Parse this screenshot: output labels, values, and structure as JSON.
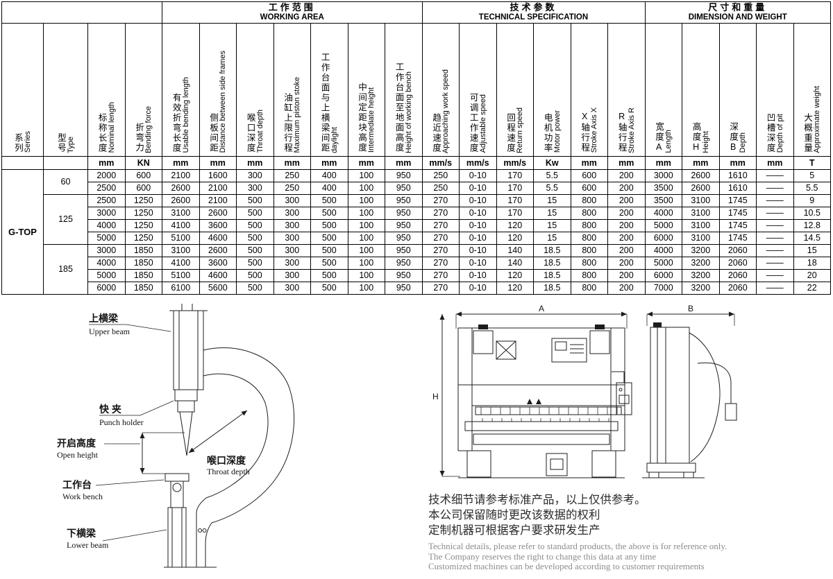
{
  "table": {
    "groups": [
      {
        "zh": "工作范围",
        "en": "WORKING AREA"
      },
      {
        "zh": "技术参数",
        "en": "TECHNICAL SPECIFICATION"
      },
      {
        "zh": "尺寸和重量",
        "en": "DIMENSION AND WEIGHT"
      }
    ],
    "columns": [
      {
        "key": "series",
        "zh": "系列",
        "en": "Series",
        "unit": ""
      },
      {
        "key": "type",
        "zh": "型号",
        "en": "Type",
        "unit": ""
      },
      {
        "key": "nominal-length",
        "zh": "标称长度",
        "en": "Nominal length",
        "unit": "mm"
      },
      {
        "key": "bending-force",
        "zh": "折弯力",
        "en": "Bending force",
        "unit": "KN"
      },
      {
        "key": "usable-bending-length",
        "zh": "有效折弯长度",
        "en": "Usable bending length",
        "unit": "mm"
      },
      {
        "key": "distance-between-side-frames",
        "zh": "侧板间距",
        "en": "Distance between side frames",
        "unit": "mm"
      },
      {
        "key": "throat-depth",
        "zh": "喉口深度",
        "en": "Throat depth",
        "unit": "mm"
      },
      {
        "key": "max-piston-stroke",
        "zh": "油缸上限行程",
        "en": "Maximum piston stoke",
        "unit": "mm"
      },
      {
        "key": "daylight",
        "zh": "工作台面与上横梁间距",
        "en": "daylight",
        "unit": "mm"
      },
      {
        "key": "intermediate-height",
        "zh": "中间定距块高度",
        "en": "Intermediate height",
        "unit": "mm"
      },
      {
        "key": "working-bench-height",
        "zh": "工作台面至地面高度",
        "en": "Height of working bench",
        "unit": "mm"
      },
      {
        "key": "approaching-speed",
        "zh": "趋近速度",
        "en": "Approaching work speed",
        "unit": "mm/s"
      },
      {
        "key": "adjustable-speed",
        "zh": "可调工作速度",
        "en": "Adjustable speed",
        "unit": "mm/s"
      },
      {
        "key": "return-speed",
        "zh": "回程速度",
        "en": "Return speed",
        "unit": "mm/s"
      },
      {
        "key": "motor-power",
        "zh": "电机功率",
        "en": "Motor power",
        "unit": "Kw"
      },
      {
        "key": "stroke-axis-x",
        "zh": "X轴行程",
        "en": "Stroke Axis X",
        "unit": "mm"
      },
      {
        "key": "stroke-axis-r",
        "zh": "R轴行程",
        "en": "Stroke Axis R",
        "unit": "mm"
      },
      {
        "key": "width-a",
        "zh": "宽度A",
        "en": "Length",
        "unit": "mm"
      },
      {
        "key": "height-h",
        "zh": "高度H",
        "en": "Height",
        "unit": "mm"
      },
      {
        "key": "depth-b",
        "zh": "深度B",
        "en": "Depth",
        "unit": "mm"
      },
      {
        "key": "pit-depth",
        "zh": "凹槽深度",
        "en": "Depth of pit",
        "unit": "mm"
      },
      {
        "key": "approx-weight",
        "zh": "大概重量",
        "en": "Approximate weight",
        "unit": "T"
      }
    ],
    "series": "G-TOP",
    "type_groups": [
      {
        "type": "60",
        "rows": 2
      },
      {
        "type": "125",
        "rows": 4
      },
      {
        "type": "185",
        "rows": 4
      }
    ],
    "rows": [
      [
        "2000",
        "600",
        "2100",
        "1600",
        "300",
        "250",
        "400",
        "100",
        "950",
        "250",
        "0-10",
        "170",
        "5.5",
        "600",
        "200",
        "3000",
        "2600",
        "1610",
        "——",
        "5"
      ],
      [
        "2500",
        "600",
        "2600",
        "2100",
        "300",
        "250",
        "400",
        "100",
        "950",
        "250",
        "0-10",
        "170",
        "5.5",
        "600",
        "200",
        "3500",
        "2600",
        "1610",
        "——",
        "5.5"
      ],
      [
        "2500",
        "1250",
        "2600",
        "2100",
        "500",
        "300",
        "500",
        "100",
        "950",
        "270",
        "0-10",
        "170",
        "15",
        "800",
        "200",
        "3500",
        "3100",
        "1745",
        "——",
        "9"
      ],
      [
        "3000",
        "1250",
        "3100",
        "2600",
        "500",
        "300",
        "500",
        "100",
        "950",
        "270",
        "0-10",
        "170",
        "15",
        "800",
        "200",
        "4000",
        "3100",
        "1745",
        "——",
        "10.5"
      ],
      [
        "4000",
        "1250",
        "4100",
        "3600",
        "500",
        "300",
        "500",
        "100",
        "950",
        "270",
        "0-10",
        "120",
        "15",
        "800",
        "200",
        "5000",
        "3100",
        "1745",
        "——",
        "12.8"
      ],
      [
        "5000",
        "1250",
        "5100",
        "4600",
        "500",
        "300",
        "500",
        "100",
        "950",
        "270",
        "0-10",
        "120",
        "15",
        "800",
        "200",
        "6000",
        "3100",
        "1745",
        "——",
        "14.5"
      ],
      [
        "3000",
        "1850",
        "3100",
        "2600",
        "500",
        "300",
        "500",
        "100",
        "950",
        "270",
        "0-10",
        "140",
        "18.5",
        "800",
        "200",
        "4000",
        "3200",
        "2060",
        "——",
        "15"
      ],
      [
        "4000",
        "1850",
        "4100",
        "3600",
        "500",
        "300",
        "500",
        "100",
        "950",
        "270",
        "0-10",
        "140",
        "18.5",
        "800",
        "200",
        "5000",
        "3200",
        "2060",
        "——",
        "18"
      ],
      [
        "5000",
        "1850",
        "5100",
        "4600",
        "500",
        "300",
        "500",
        "100",
        "950",
        "270",
        "0-10",
        "120",
        "18.5",
        "800",
        "200",
        "6000",
        "3200",
        "2060",
        "——",
        "20"
      ],
      [
        "6000",
        "1850",
        "6100",
        "5600",
        "500",
        "300",
        "500",
        "100",
        "950",
        "270",
        "0-10",
        "120",
        "18.5",
        "800",
        "200",
        "7000",
        "3200",
        "2060",
        "——",
        "22"
      ]
    ]
  },
  "diagram_left": {
    "labels": {
      "upper_beam": {
        "zh": "上横梁",
        "en": "Upper beam"
      },
      "punch_holder": {
        "zh": "快 夹",
        "en": "Punch holder"
      },
      "open_height": {
        "zh": "开启高度",
        "en": "Open height"
      },
      "throat_depth": {
        "zh": "喉口深度",
        "en": "Throat depth"
      },
      "work_bench": {
        "zh": "工作台",
        "en": "Work bench"
      },
      "lower_beam": {
        "zh": "下横梁",
        "en": "Lower beam"
      }
    }
  },
  "diagram_right": {
    "dims": {
      "width": "A",
      "depth": "B",
      "height": "H"
    }
  },
  "footer": {
    "zh_lines": [
      "技术细节请参考标准产品，以上仅供参考。",
      "本公司保留随时更改该数据的权利",
      "定制机器可根据客户要求研发生产"
    ],
    "en_lines": [
      "Technical details, please refer to standard products, the above is for reference only.",
      "The Company reserves the right to change this data at any time",
      "Customized machines can be developed according to customer requirements"
    ]
  }
}
